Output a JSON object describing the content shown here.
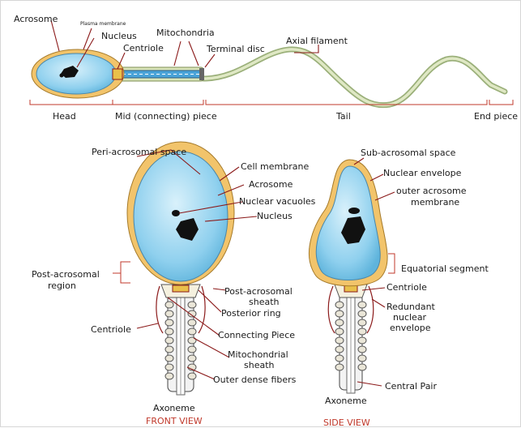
{
  "diagram": {
    "top": {
      "labels": {
        "acrosome": "Acrosome",
        "plasma_membrane": "Plasma membrane",
        "nucleus": "Nucleus",
        "centriole": "Centriole",
        "mitochondria": "Mitochondria",
        "terminal_disc": "Terminal disc",
        "axial_filament": "Axial filament"
      },
      "segments": {
        "head": "Head",
        "mid": "Mid (connecting) piece",
        "tail": "Tail",
        "end": "End piece"
      }
    },
    "front": {
      "peri_acrosomal_space": "Peri-acrosomal space",
      "cell_membrane": "Cell membrane",
      "acrosome": "Acrosome",
      "nuclear_vacuoles": "Nuclear vacuoles",
      "nucleus": "Nucleus",
      "post_acrosomal_region_1": "Post-acrosomal",
      "post_acrosomal_region_2": "region",
      "post_acrosomal_sheath_1": "Post-acrosomal",
      "post_acrosomal_sheath_2": "sheath",
      "posterior_ring": "Posterior ring",
      "centriole": "Centriole",
      "connecting_piece": "Connecting Piece",
      "mito_sheath_1": "Mitochondrial",
      "mito_sheath_2": "sheath",
      "outer_dense_fibers": "Outer dense fibers",
      "axoneme": "Axoneme",
      "view": "FRONT VIEW"
    },
    "side": {
      "sub_acrosomal_space": "Sub-acrosomal space",
      "nuclear_envelope": "Nuclear envelope",
      "outer_acrosome_1": "outer acrosome",
      "outer_acrosome_2": "membrane",
      "equatorial_segment": "Equatorial segment",
      "centriole": "Centriole",
      "redundant_1": "Redundant",
      "redundant_2": "nuclear",
      "redundant_3": "envelope",
      "central_pair": "Central Pair",
      "axoneme": "Axoneme",
      "view": "SIDE VIEW"
    },
    "colors": {
      "cell_blue": "#8fd0ee",
      "acrosome_yellow": "#f2c46b",
      "leader_line": "#8b1a1a",
      "bracket": "#c0392b",
      "tail_green": "#c8d8a8"
    }
  }
}
